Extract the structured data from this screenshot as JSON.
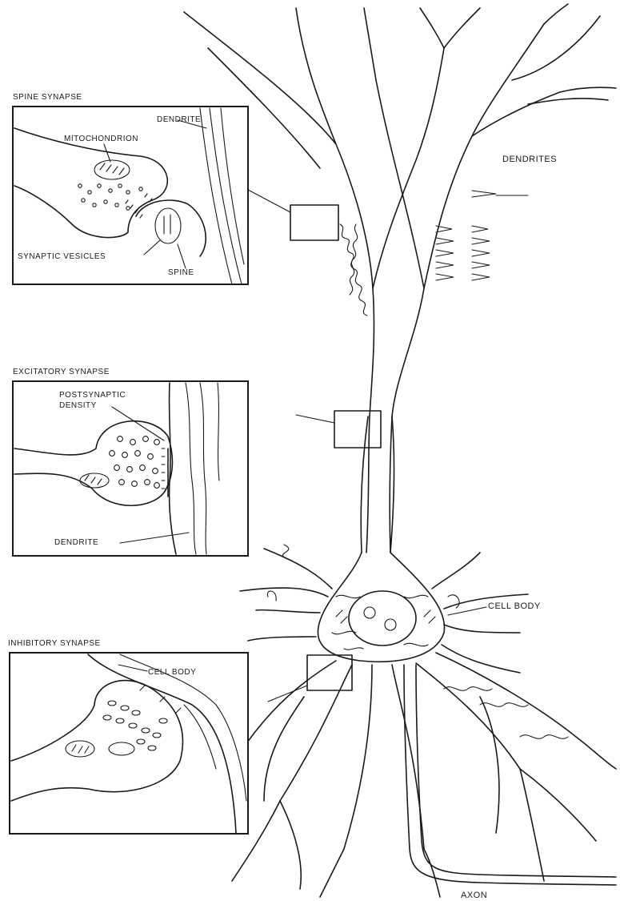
{
  "labels": {
    "spine_synapse": "SPINE SYNAPSE",
    "dendrite_top": "DENDRITE",
    "mitochondrion": "MITOCHONDRION",
    "synaptic_vesicles": "SYNAPTIC VESICLES",
    "spine": "SPINE",
    "excitatory_synapse": "EXCITATORY SYNAPSE",
    "postsynaptic": "POSTSYNAPTIC",
    "density": "DENSITY",
    "dendrite_mid": "DENDRITE",
    "inhibitory_synapse": "INHIBITORY SYNAPSE",
    "cell_body_inset": "CELL BODY",
    "dendrites": "DENDRITES",
    "cell_body": "CELL BODY",
    "axon": "AXON"
  }
}
